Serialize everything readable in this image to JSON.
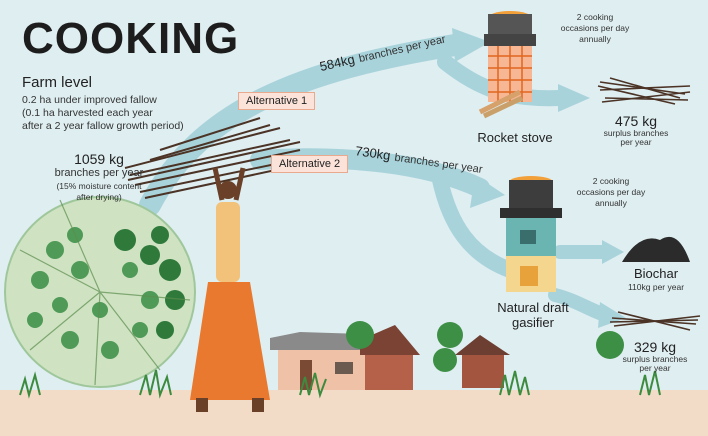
{
  "title": "COOKING",
  "farm": {
    "heading": "Farm level",
    "line1": "0.2 ha under improved fallow",
    "line2": "(0.1 ha harvested each year",
    "line3": "after a 2 year fallow growth period)"
  },
  "harvest": {
    "value": "1059 kg",
    "line1": "branches per year",
    "note1": "(15% moisture content",
    "note2": "after drying)"
  },
  "alternatives": {
    "alt1": "Alternative 1",
    "alt2": "Alternative 2"
  },
  "flow1": {
    "value": "584kg",
    "unit": "branches per year"
  },
  "flow2": {
    "value": "730kg",
    "unit": "branches per year"
  },
  "rocket": {
    "name": "Rocket stove",
    "occ1": "2 cooking",
    "occ2": "occasions per day",
    "occ3": "annually",
    "surplus_value": "475 kg",
    "surplus_l1": "surplus branches",
    "surplus_l2": "per year"
  },
  "gasifier": {
    "name1": "Natural draft",
    "name2": "gasifier",
    "occ1": "2 cooking",
    "occ2": "occasions per day",
    "occ3": "annually",
    "biochar_name": "Biochar",
    "biochar_amount": "110kg per year",
    "surplus_value": "329 kg",
    "surplus_l1": "surplus branches",
    "surplus_l2": "per year"
  },
  "colors": {
    "background": "#dfeef1",
    "arrow": "#a9d3db",
    "alt_box": "#fbe3d9",
    "dress": "#e8792f",
    "shirt": "#f3c27a",
    "skin": "#6a4128"
  }
}
